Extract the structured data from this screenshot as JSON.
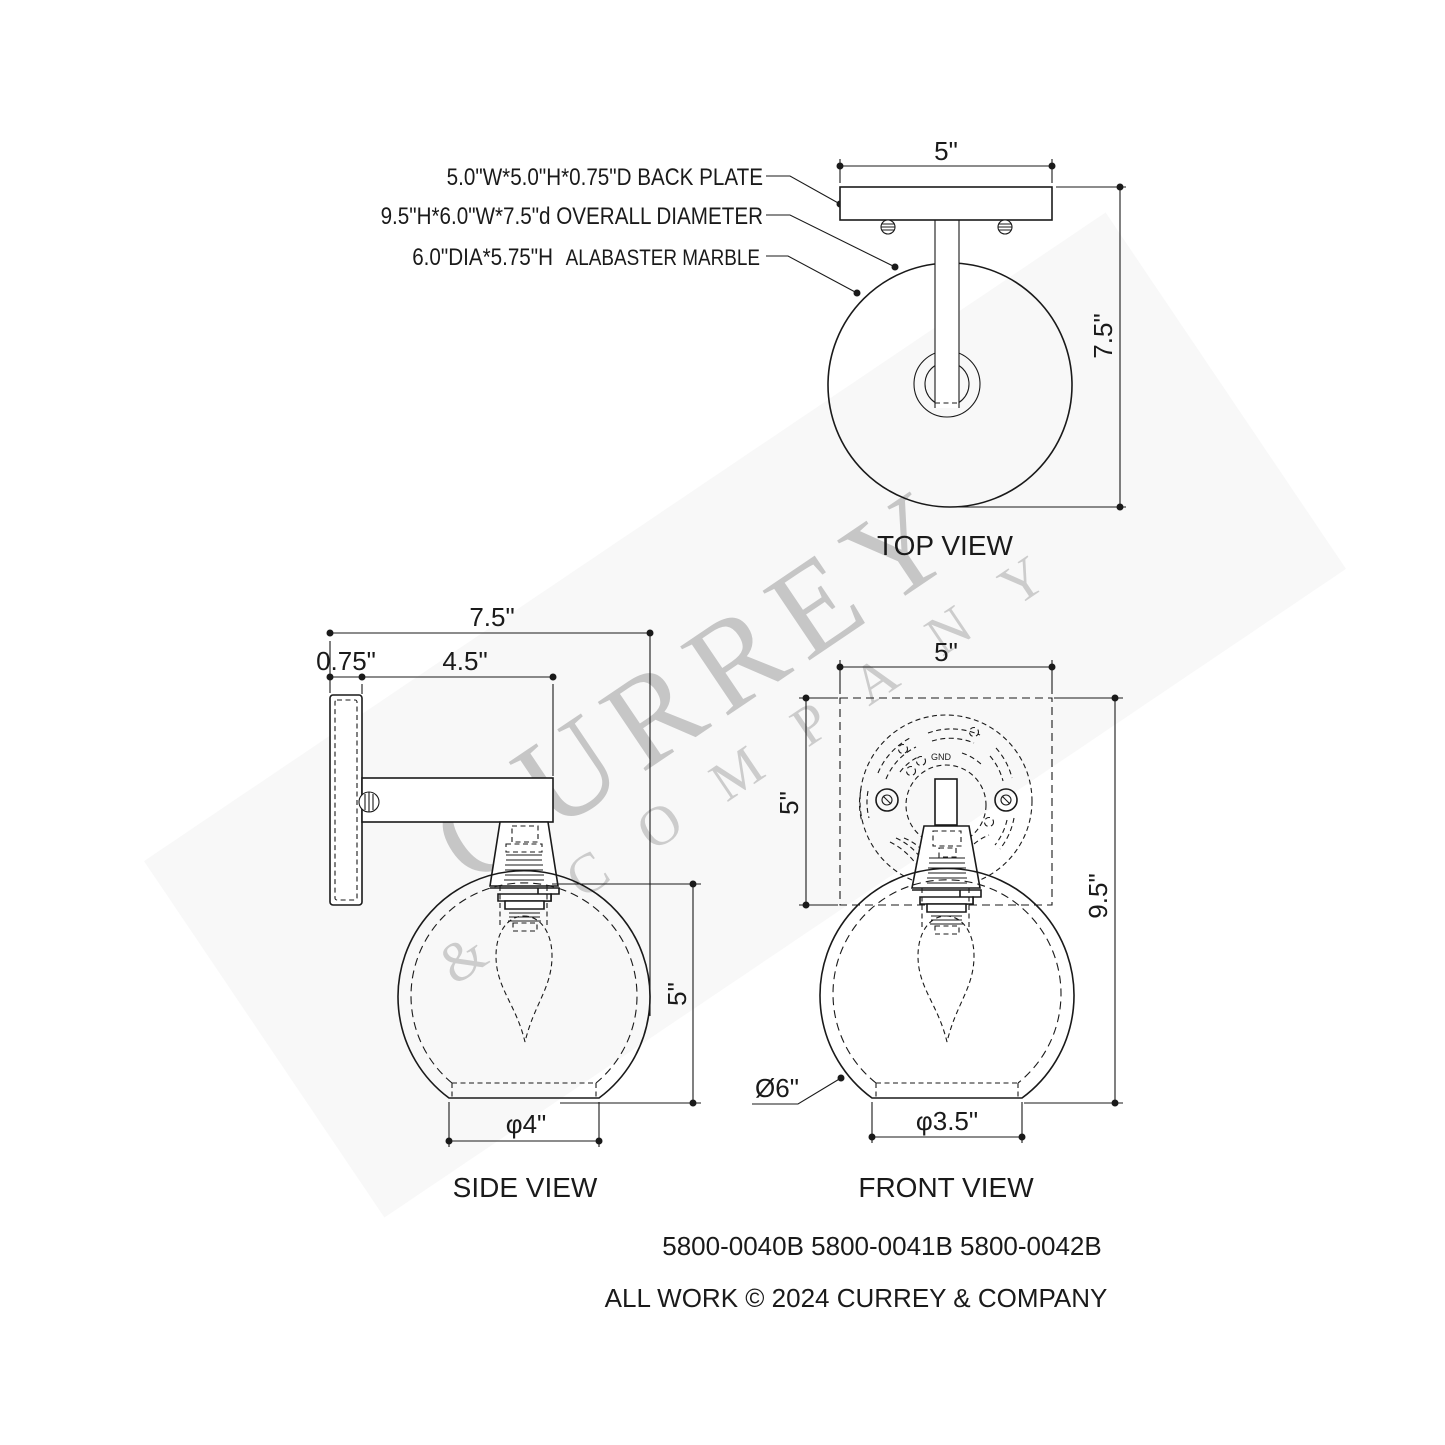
{
  "annotations": {
    "back_plate": "5.0\"W*5.0\"H*0.75\"D BACK PLATE",
    "overall": "9.5\"H*6.0\"W*7.5\"d OVERALL DIAMETER",
    "marble_dims": "6.0\"DIA*5.75\"H",
    "marble_material": "ALABASTER MARBLE",
    "gnd": "GND"
  },
  "dimensions": {
    "top_plate_width": "5\"",
    "top_overall_depth": "7.5\"",
    "side_overall_depth": "7.5\"",
    "side_plate_depth": "0.75\"",
    "side_arm_length": "4.5\"",
    "side_glass_height": "5\"",
    "side_glass_opening": "φ4\"",
    "front_plate_width": "5\"",
    "front_plate_height": "5\"",
    "front_overall_height": "9.5\"",
    "front_glass_opening": "φ3.5\"",
    "front_glass_diameter": "Ø6\""
  },
  "view_labels": {
    "top": "TOP VIEW",
    "side": "SIDE VIEW",
    "front": "FRONT VIEW"
  },
  "footer": {
    "part_numbers": "5800-0040B 5800-0041B 5800-0042B",
    "copyright": "ALL WORK © 2024 CURREY & COMPANY"
  },
  "watermark": {
    "line1": "CURREY",
    "line2": "& COMPANY"
  },
  "colors": {
    "line": "#1a1a1a",
    "watermark": "#c6c6c6",
    "background": "#ffffff"
  }
}
